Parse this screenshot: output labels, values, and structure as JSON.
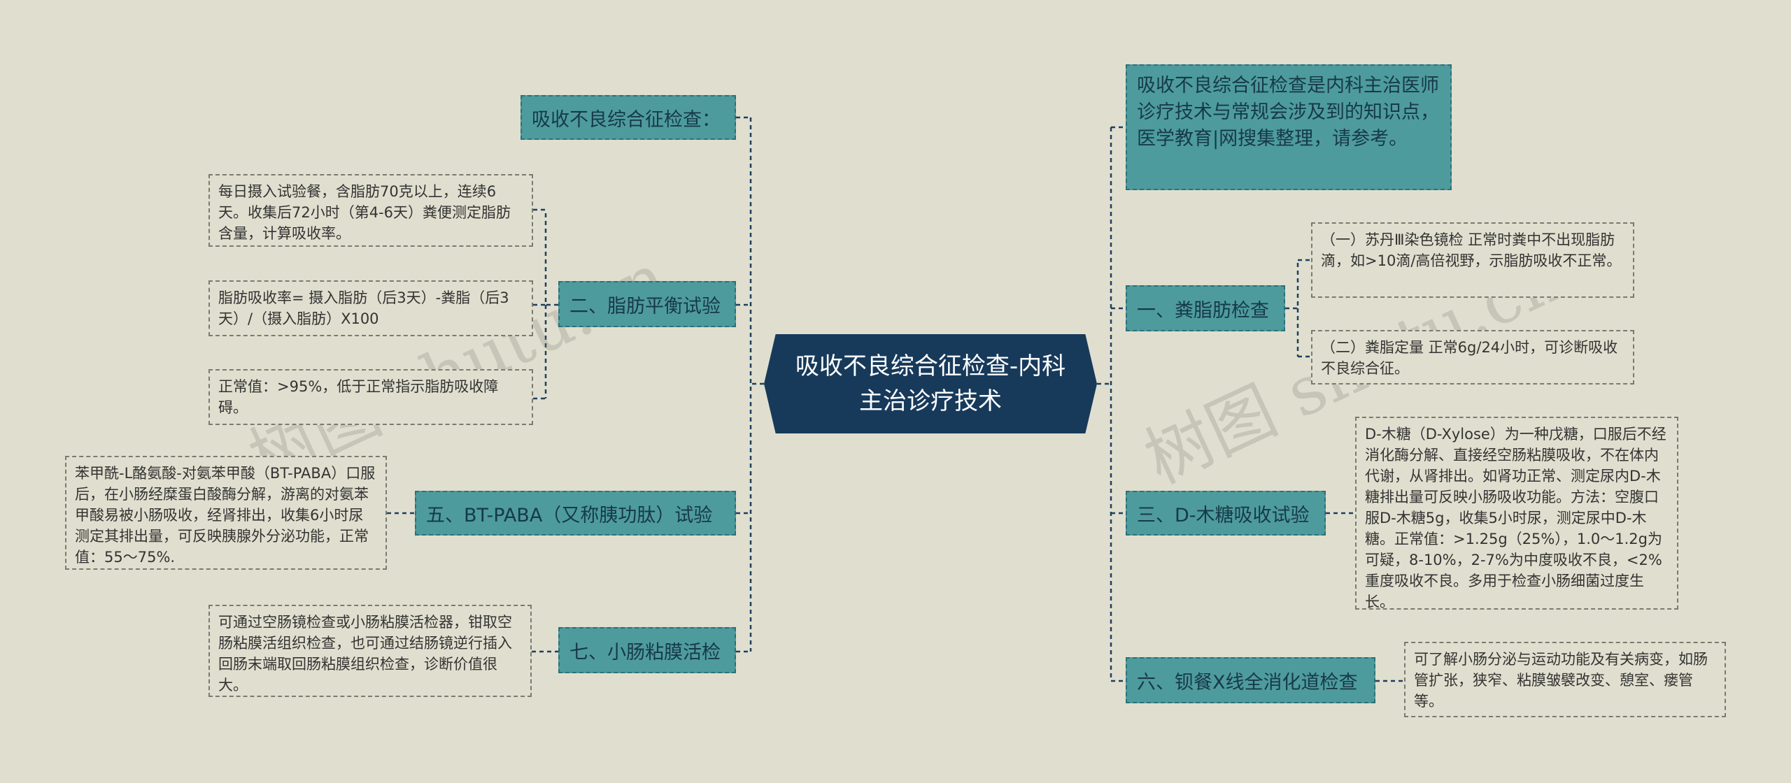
{
  "center": {
    "title": "吸收不良综合征检查-内科主治诊疗技术"
  },
  "left": {
    "b_intro": "吸收不良综合征检查：",
    "b2": "二、脂肪平衡试验",
    "b2_leaves": [
      "每日摄入试验餐，含脂肪70克以上，连续6天。收集后72小时（第4-6天）粪便测定脂肪含量，计算吸收率。",
      "脂肪吸收率= 摄入脂肪（后3天）-粪脂（后3天）/（摄入脂肪）X100",
      "正常值：>95%，低于正常指示脂肪吸收障碍。"
    ],
    "b5": "五、BT-PABA（又称胰功肽）试验",
    "b5_leaf": "苯甲酰-L酪氨酸-对氨苯甲酸（BT-PABA）口服后，在小肠经糜蛋白酸酶分解，游离的对氨苯甲酸易被小肠吸收，经肾排出，收集6小时尿测定其排出量，可反映胰腺外分泌功能，正常值：55～75%.",
    "b7": "七、小肠粘膜活检",
    "b7_leaf": "可通过空肠镜检查或小肠粘膜活检器，钳取空肠粘膜活组织检查，也可通过结肠镜逆行插入回肠末端取回肠粘膜组织检查，诊断价值很大。"
  },
  "right": {
    "intro": "吸收不良综合征检查是内科主治医师诊疗技术与常规会涉及到的知识点，医学教育|网搜集整理，请参考。",
    "b1": "一、粪脂肪检查",
    "b1_leaves": [
      "（一）苏丹Ⅲ染色镜检 正常时粪中不出现脂肪滴，如>10滴/高倍视野，示脂肪吸收不正常。",
      "（二）粪脂定量 正常6g/24小时，可诊断吸收不良综合征。"
    ],
    "b3": "三、D-木糖吸收试验",
    "b3_leaf": "D-木糖（D-Xylose）为一种戊糖，口服后不经消化酶分解、直接经空肠粘膜吸收，不在体内代谢，从肾排出。如肾功正常、测定尿内D-木糖排出量可反映小肠吸收功能。方法：空腹口服D-木糖5g，收集5小时尿，测定尿中D-木糖。正常值：>1.25g（25%），1.0～1.2g为可疑，8-10%，2-7%为中度吸收不良，<2%重度吸收不良。多用于检查小肠细菌过度生长。",
    "b6": "六、钡餐X线全消化道检查",
    "b6_leaf": "可了解小肠分泌与运动功能及有关病变，如肠管扩张，狭窄、粘膜皱襞改变、憩室、瘘管等。"
  },
  "watermarks": [
    "树图 shutu.cn",
    "树图 shutu.cn"
  ],
  "colors": {
    "background": "#e0dfcf",
    "center": "#173a5b",
    "branch": "#4e9b9d",
    "line": "#1f3f5f"
  }
}
